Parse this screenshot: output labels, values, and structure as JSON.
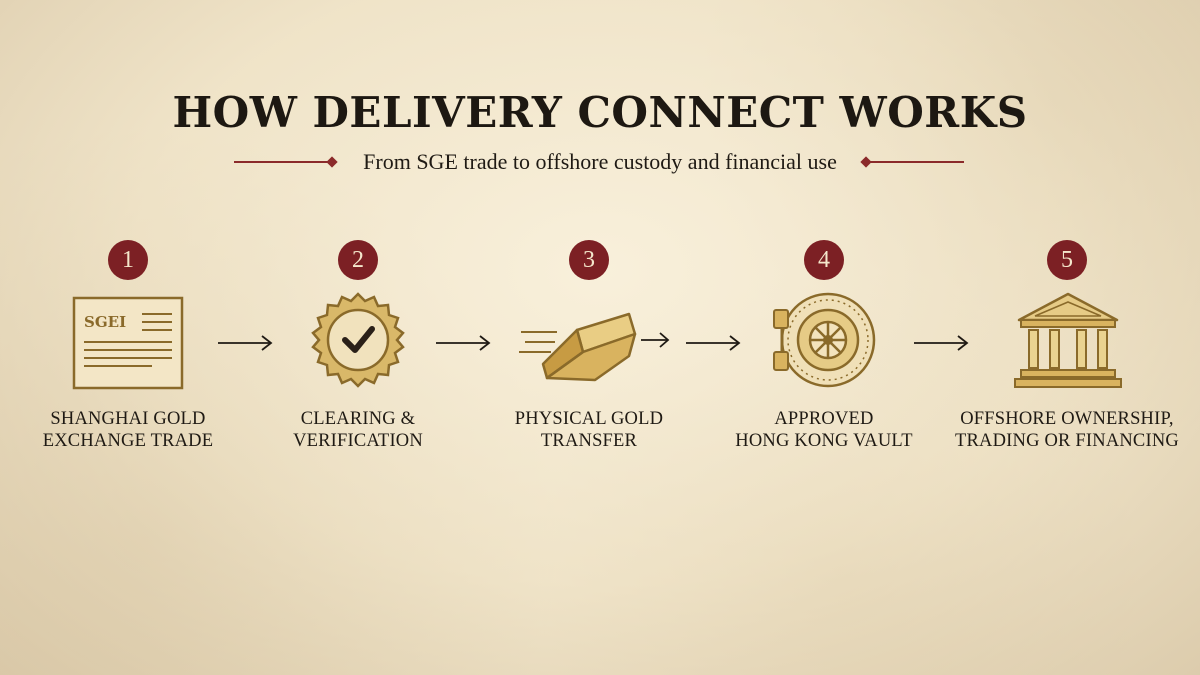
{
  "title": "HOW DELIVERY CONNECT WORKS",
  "subtitle": "From SGE trade to offshore custody and financial use",
  "colors": {
    "accent_red": "#7c2024",
    "gold": "#c9a24a",
    "gold_dark": "#8a6a2a",
    "text": "#1f1a14"
  },
  "steps": [
    {
      "number": "1",
      "icon": "trade-document-icon",
      "doc_label": "SGEI",
      "label_lines": [
        "SHANGHAI GOLD",
        "EXCHANGE TRADE"
      ]
    },
    {
      "number": "2",
      "icon": "verified-seal-icon",
      "label_lines": [
        "CLEARING &",
        "VERIFICATION"
      ]
    },
    {
      "number": "3",
      "icon": "gold-bar-icon",
      "label_lines": [
        "PHYSICAL GOLD",
        "TRANSFER"
      ]
    },
    {
      "number": "4",
      "icon": "vault-door-icon",
      "label_lines": [
        "APPROVED",
        "HONG KONG VAULT"
      ]
    },
    {
      "number": "5",
      "icon": "bank-building-icon",
      "label_lines": [
        "OFFSHORE OWNERSHIP,",
        "TRADING OR FINANCING"
      ]
    }
  ]
}
